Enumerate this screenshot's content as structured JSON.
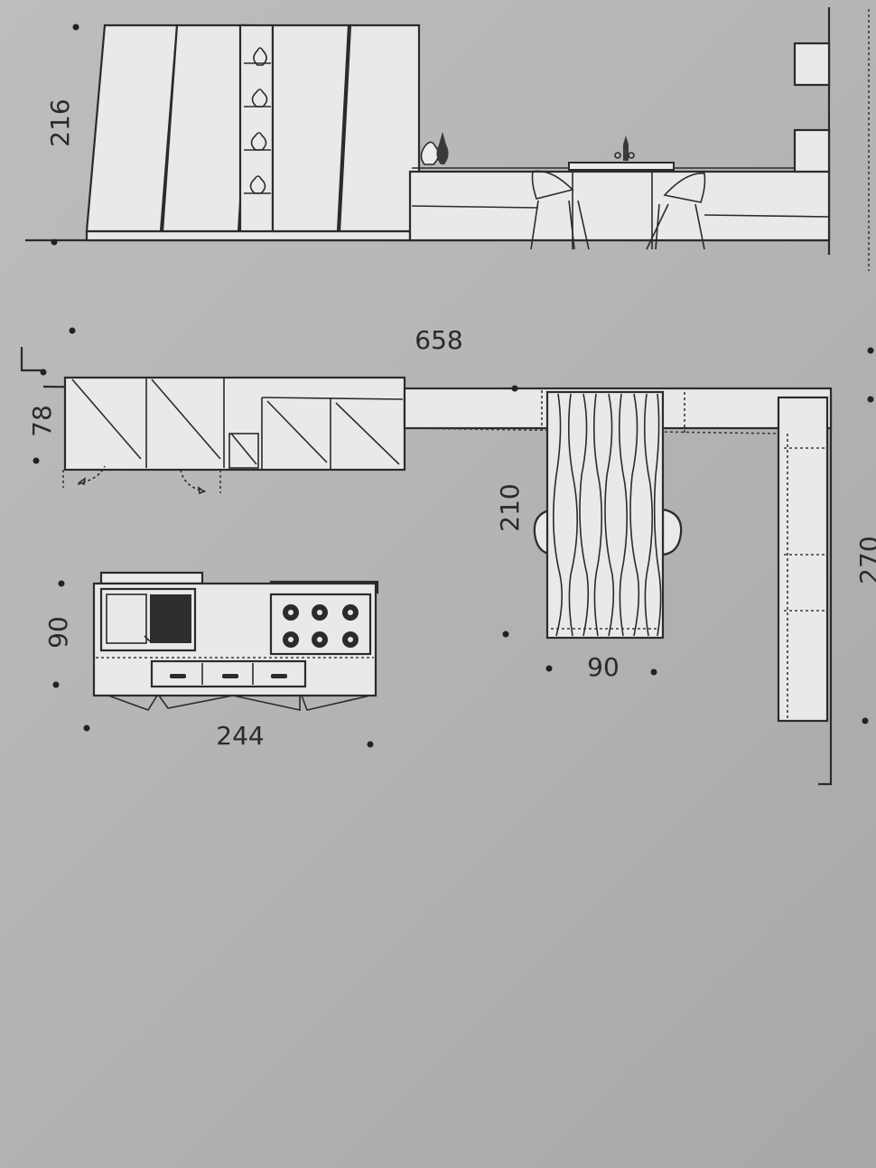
{
  "dimensions": {
    "tall_height": "216",
    "total_width": "658",
    "wall_depth": "78",
    "peninsula_length": "210",
    "peninsula_width": "90",
    "island_depth": "90",
    "island_length": "244",
    "right_run": "270"
  }
}
